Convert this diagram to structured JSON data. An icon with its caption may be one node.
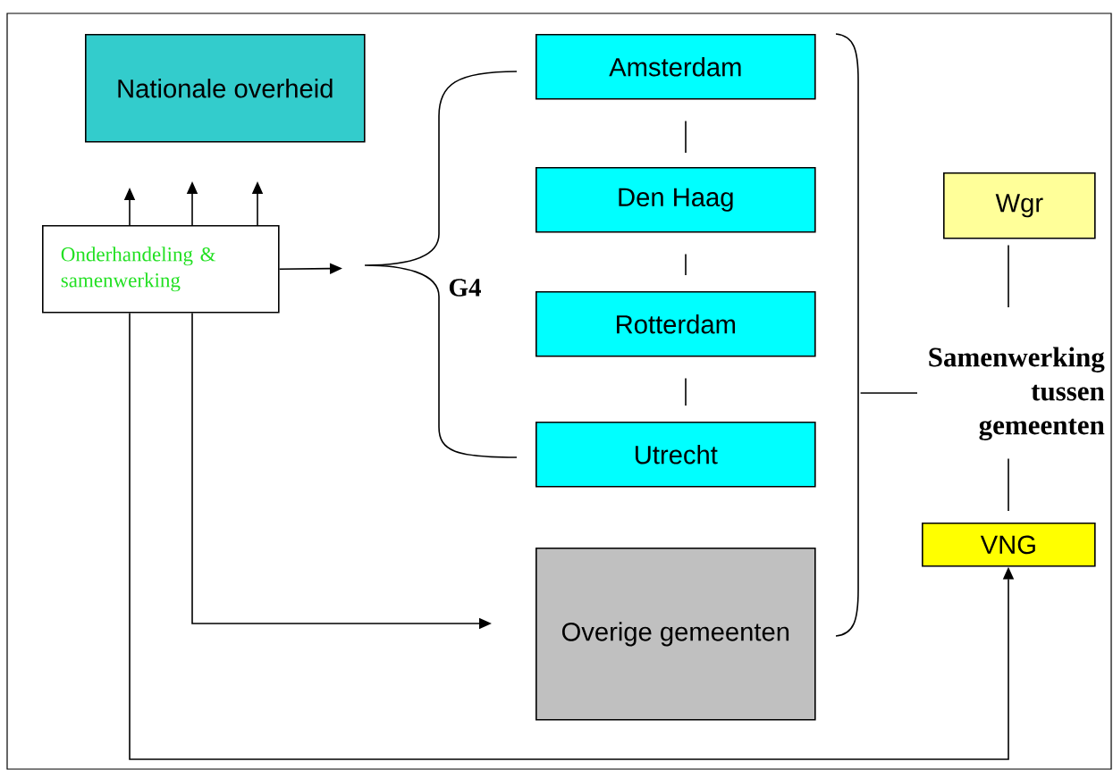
{
  "diagram": {
    "nodes": [
      {
        "text": [
          "Nationale overheid"
        ]
      },
      {
        "text": [
          "Onderhandeling & samenwerking"
        ]
      },
      {
        "text": [
          "Amsterdam"
        ]
      },
      {
        "text": [
          "Den Haag"
        ]
      },
      {
        "text": [
          "Rotterdam"
        ]
      },
      {
        "text": [
          "Utrecht"
        ]
      },
      {
        "text": [
          "Overige gemeenten"
        ]
      },
      {
        "text": [
          "Wgr"
        ]
      },
      {
        "text": [
          "Samenwerking tussen gemeenten"
        ]
      },
      {
        "text": [
          "VNG"
        ]
      },
      {
        "text": [],
        "shape": "brace"
      }
    ],
    "edges": [
      {
        "from": 1,
        "to": null,
        "arrow": "to"
      },
      {
        "from": 1,
        "to": null,
        "arrow": "to"
      },
      {
        "from": 1,
        "to": null,
        "arrow": "to"
      },
      {
        "from": 1,
        "to": null,
        "arrow": "to"
      },
      {
        "from": 1,
        "to": 6,
        "arrow": "to"
      },
      {
        "from": 1,
        "to": 9,
        "arrow": "to"
      },
      {
        "from": 2,
        "to": 3,
        "arrow": "none"
      },
      {
        "from": 3,
        "to": 4,
        "arrow": "none"
      },
      {
        "from": 4,
        "to": 5,
        "arrow": "none"
      },
      {
        "from": 7,
        "to": 8,
        "arrow": "none"
      },
      {
        "from": 8,
        "to": 9,
        "arrow": "none"
      },
      {
        "from": 10,
        "to": 8,
        "arrow": "none"
      }
    ],
    "labels": [
      "G4"
    ]
  }
}
